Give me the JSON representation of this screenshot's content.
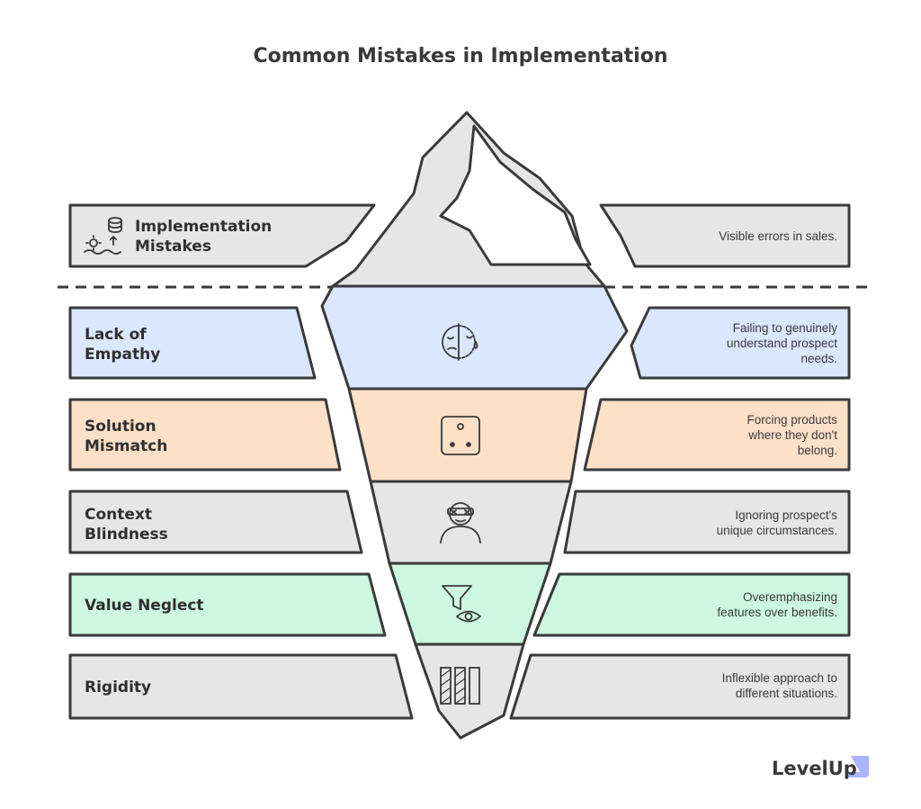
{
  "title": "Common Mistakes in Implementation",
  "colors": {
    "outline": "#3a3a3a",
    "gray": "#e6e6e6",
    "blue": "#dbe7ff",
    "orange": "#fde0c8",
    "green": "#cdf7e0",
    "brand_accent": "#a9b4ff"
  },
  "layers": [
    {
      "id": "top",
      "label": "Implementation\nMistakes",
      "description": "Visible errors in sales.",
      "color": "gray",
      "icon": "database-growth-icon"
    },
    {
      "id": "empathy",
      "label": "Lack of\nEmpathy",
      "description": "Failing to genuinely\nunderstand prospect\nneeds.",
      "color": "blue",
      "icon": "half-face-tear-icon"
    },
    {
      "id": "solution",
      "label": "Solution\nMismatch",
      "description": "Forcing products\nwhere they don't\nbelong.",
      "color": "orange",
      "icon": "dice-icon"
    },
    {
      "id": "context",
      "label": "Context\nBlindness",
      "description": "Ignoring prospect's\nunique circumstances.",
      "color": "gray",
      "icon": "blindfolded-person-icon"
    },
    {
      "id": "value",
      "label": "Value Neglect",
      "description": "Overemphasizing\nfeatures over benefits.",
      "color": "green",
      "icon": "funnel-eye-icon"
    },
    {
      "id": "rigidity",
      "label": "Rigidity",
      "description": "Inflexible approach to\ndifferent situations.",
      "color": "gray",
      "icon": "bars-icon"
    }
  ],
  "brand": "LevelUp"
}
